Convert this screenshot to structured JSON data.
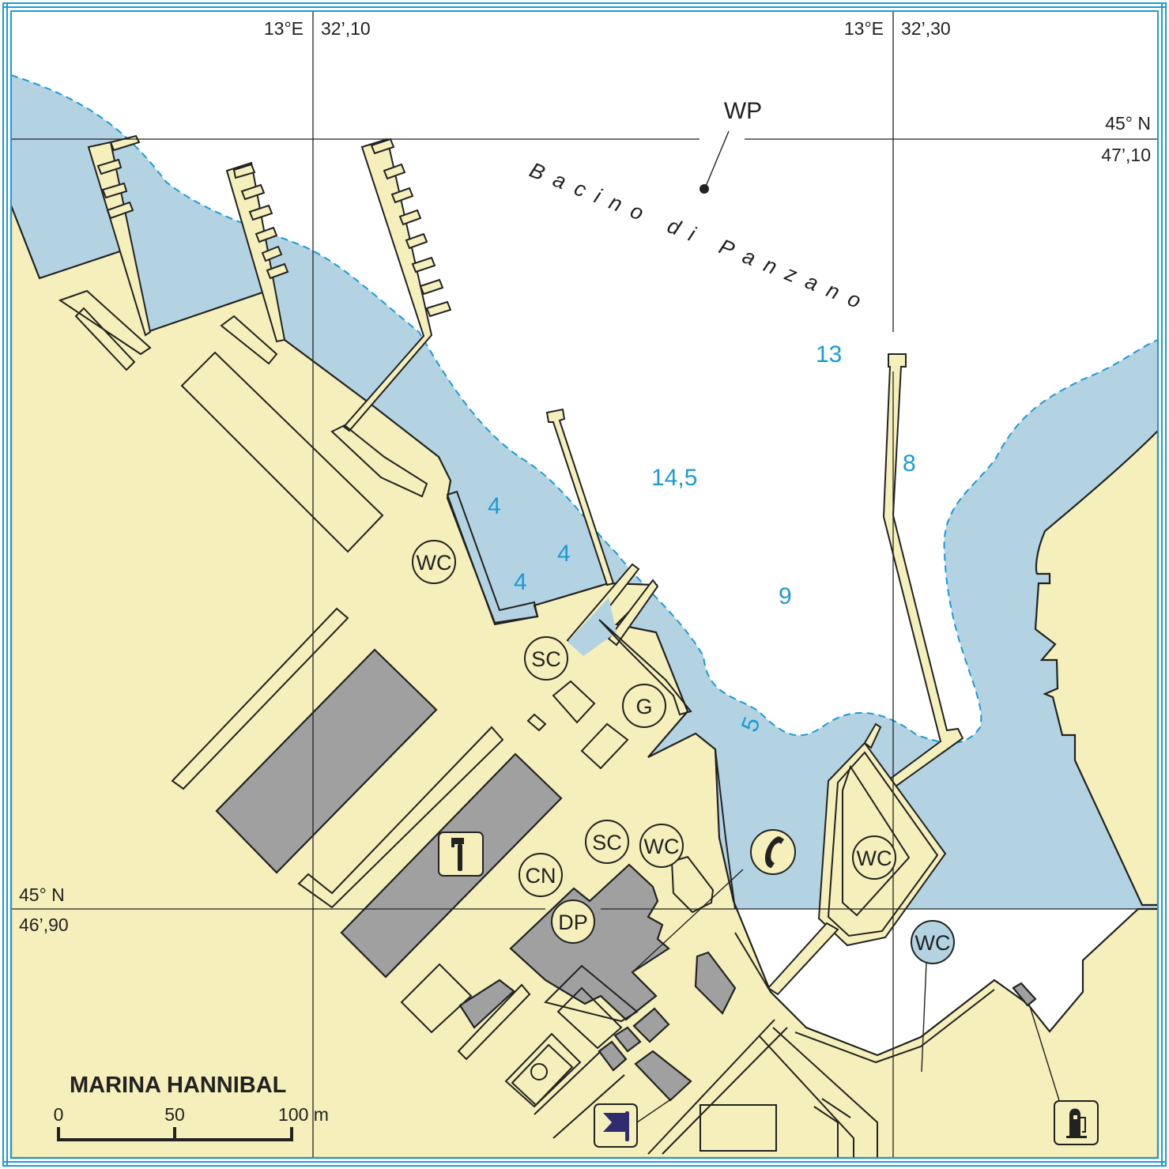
{
  "map": {
    "title": "MARINA HANNIBAL",
    "basin_name": "Bacino di Panzano",
    "waypoint": {
      "label": "WP"
    },
    "colors": {
      "land": "#f5efbb",
      "water": "#b3d3e3",
      "deep_water": "#ffffff",
      "buildings": "#a0a0a0",
      "depth_text": "#1b9ad6",
      "frame": "#1b9ad6"
    }
  },
  "grid": {
    "longitude": [
      {
        "deg": "13°E",
        "min": "32’,10"
      },
      {
        "deg": "13°E",
        "min": "32’,30"
      }
    ],
    "latitude": [
      {
        "deg": "45° N",
        "min": "47’,10"
      },
      {
        "deg": "45° N",
        "min": "46’,90"
      }
    ]
  },
  "depths": [
    "13",
    "14,5",
    "8",
    "4",
    "4",
    "4",
    "9",
    "5"
  ],
  "services": [
    {
      "code": "WC",
      "meaning": "toilets"
    },
    {
      "code": "SC",
      "meaning": ""
    },
    {
      "code": "G",
      "meaning": ""
    },
    {
      "code": "SC",
      "meaning": ""
    },
    {
      "code": "WC",
      "meaning": "toilets"
    },
    {
      "code": "CN",
      "meaning": ""
    },
    {
      "code": "DP",
      "meaning": ""
    },
    {
      "code": "WC",
      "meaning": "toilets"
    },
    {
      "code": "WC",
      "meaning": "toilets"
    }
  ],
  "icons": {
    "crane": "crane-icon",
    "telephone": "telephone-icon",
    "harbour_office": "flag-icon",
    "fuel": "fuel-pump-icon"
  },
  "scale_bar": {
    "ticks": [
      "0",
      "50",
      "100 m"
    ]
  }
}
